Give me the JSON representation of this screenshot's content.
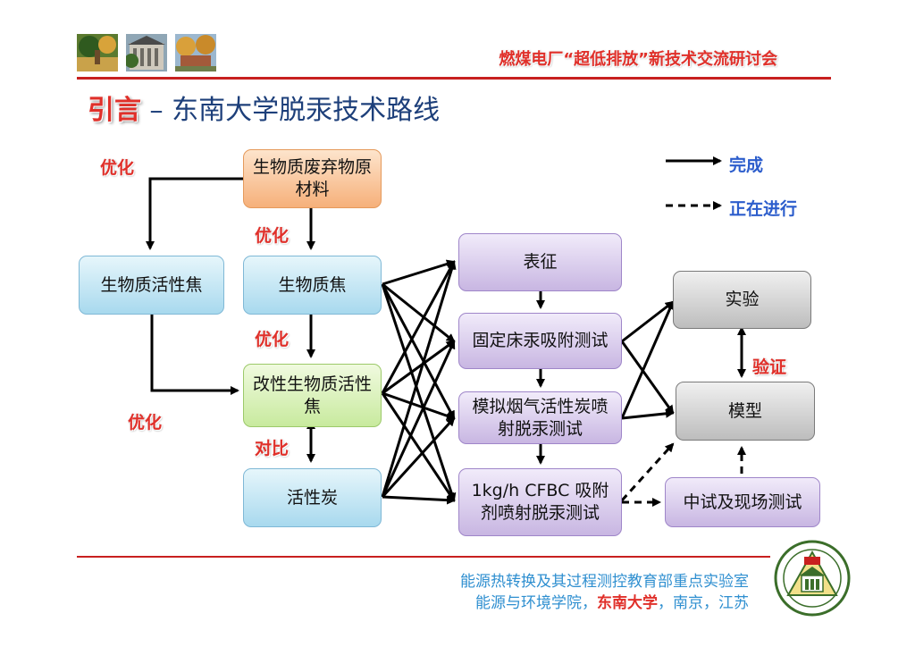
{
  "header": {
    "conference_title": "燃煤电厂“超低排放”新技术交流研讨会",
    "title_highlight": "引言",
    "title_dash": "–",
    "title_rest": "东南大学脱汞技术路线"
  },
  "legend": {
    "done": "完成",
    "in_progress": "正在进行"
  },
  "boxes": {
    "raw_material": "生物质废弃物原材料",
    "activated_coke": "生物质活性焦",
    "biochar": "生物质焦",
    "modified_char": "改性生物质活性焦",
    "activated_carbon": "活性炭",
    "characterization": "表征",
    "fixed_bed": "固定床汞吸附测试",
    "simulated_flue": "模拟烟气活性炭喷射脱汞测试",
    "cfbc": "1kg/h CFBC 吸附剂喷射脱汞测试",
    "pilot": "中试及现场测试",
    "experiment": "实验",
    "model": "模型"
  },
  "labels": {
    "opt_left": "优化",
    "opt_center_top": "优化",
    "opt_center_mid": "优化",
    "opt_left_low": "优化",
    "compare": "对比",
    "verify": "验证"
  },
  "footer": {
    "line1": "能源热转换及其过程测控教育部重点实验室",
    "line2_pre": "能源与环境学院，",
    "line2_hl": "东南大学",
    "line2_post": "，南京，江苏"
  },
  "colors": {
    "accent_red": "#e0302a",
    "title_blue": "#1d3f7a",
    "link_blue": "#2c5dcc",
    "footer_blue": "#2f8fd0"
  }
}
